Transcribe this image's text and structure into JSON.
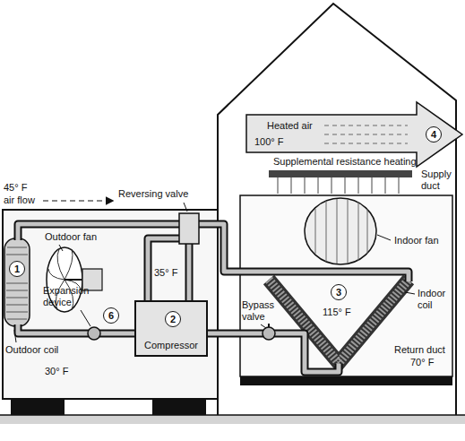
{
  "diagram": {
    "nodes": [
      {
        "text": [
          "4"
        ]
      },
      {
        "text": [
          "3"
        ]
      },
      {
        "text": [
          "1"
        ]
      },
      {
        "text": [
          "Compressor"
        ]
      },
      {
        "text": [
          "2"
        ],
        "in": 3
      },
      {
        "text": [
          "6"
        ]
      }
    ],
    "labels": [
      "Heated air",
      "100° F",
      "Supplemental resistance heating",
      "Supply duct",
      "45° F",
      "air flow",
      "Reversing valve",
      "Outdoor fan",
      "Indoor fan",
      "35° F",
      "Expansion device",
      "115° F",
      "Indoor coil",
      "Bypass valve",
      "Outdoor coil",
      "Return duct",
      "70° F",
      "30° F"
    ]
  }
}
